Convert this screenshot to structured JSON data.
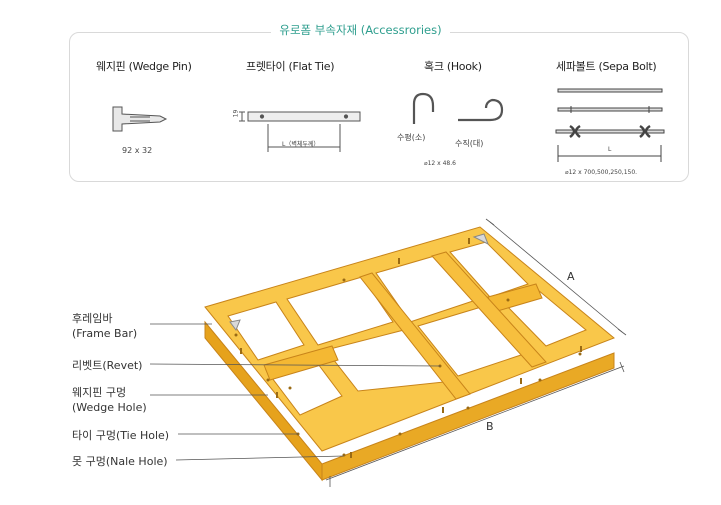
{
  "accessories": {
    "title": "유로폼 부속자재 (Accessrories)",
    "wedge_pin": {
      "name": "웨지핀 (Wedge Pin)",
      "size": "92 x 32"
    },
    "flat_tie": {
      "name": "프렛타이 (Flat Tie)",
      "height_dim": "19",
      "length_dim": "L（벽체두께）"
    },
    "hook": {
      "name": "혹크 (Hook)",
      "horizontal": "수평(소)",
      "vertical": "수직(대)",
      "size": "⌀12 x 48.6"
    },
    "sepa_bolt": {
      "name": "세파볼트 (Sepa Bolt)",
      "length_dim": "L",
      "size": "⌀12 x 700,500,250,150."
    }
  },
  "frame": {
    "dim_a": "A",
    "dim_b": "B",
    "labels": [
      {
        "ko": "후레임바",
        "en": "(Frame Bar)"
      },
      {
        "ko": "리벳트(Revet)",
        "en": ""
      },
      {
        "ko": "웨지핀 구멍",
        "en": "(Wedge Hole)"
      },
      {
        "ko": "타이 구멍(Tie Hole)",
        "en": ""
      },
      {
        "ko": "못 구멍(Nale Hole)",
        "en": ""
      }
    ]
  },
  "colors": {
    "accent": "#2e9e8e",
    "frame_top": "#f9c74a",
    "frame_side": "#e6a21c",
    "frame_edge": "#c8841a"
  }
}
